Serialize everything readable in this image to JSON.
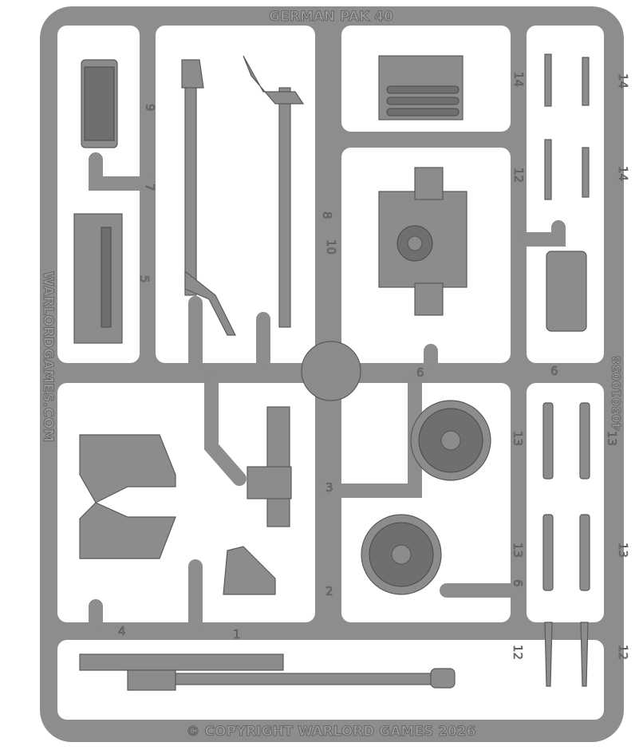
{
  "sprue": {
    "title": "GERMAN PAK 40",
    "side_text": "WARLORDGAMES.COM",
    "code": "403010038",
    "copyright": "© COPYRIGHT WARLORD GAMES 2026",
    "part_numbers": {
      "p9a": "9",
      "p7": "7",
      "p5": "5",
      "p8": "8",
      "p10": "10",
      "p14a": "14",
      "p14b": "14",
      "p12a": "12",
      "p14c": "14",
      "p6a": "6",
      "p6b": "6",
      "p13a": "13",
      "p13b": "13",
      "p13c": "13",
      "p13d": "13",
      "p6c": "6",
      "p3": "3",
      "p2": "2",
      "p4": "4",
      "p1": "1",
      "p12b": "12",
      "p12c": "12"
    }
  },
  "colors": {
    "plastic": "#8c8c8c",
    "background": "#ffffff"
  }
}
